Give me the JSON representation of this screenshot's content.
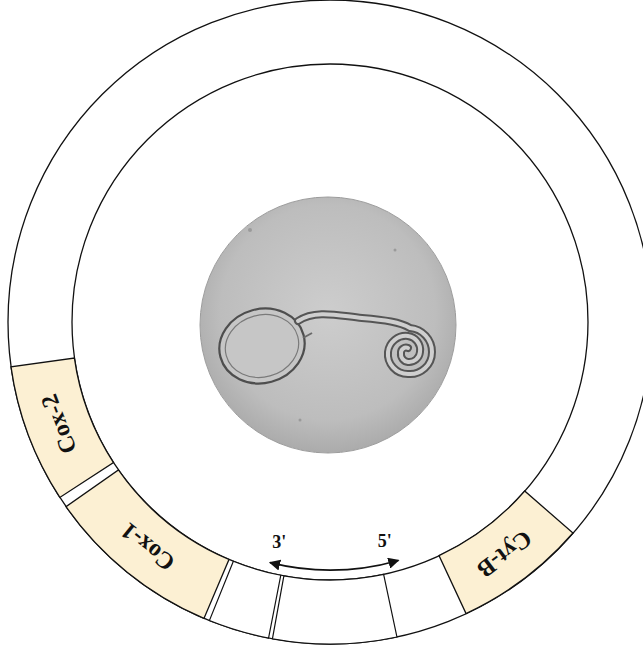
{
  "diagram": {
    "nodes": [
      {
        "text": [
          "Cox-2"
        ]
      },
      {
        "text": [
          "Cox-1"
        ]
      },
      {
        "text": [
          "Cyt-B"
        ]
      }
    ],
    "labels": [
      "3'",
      "5'"
    ]
  }
}
